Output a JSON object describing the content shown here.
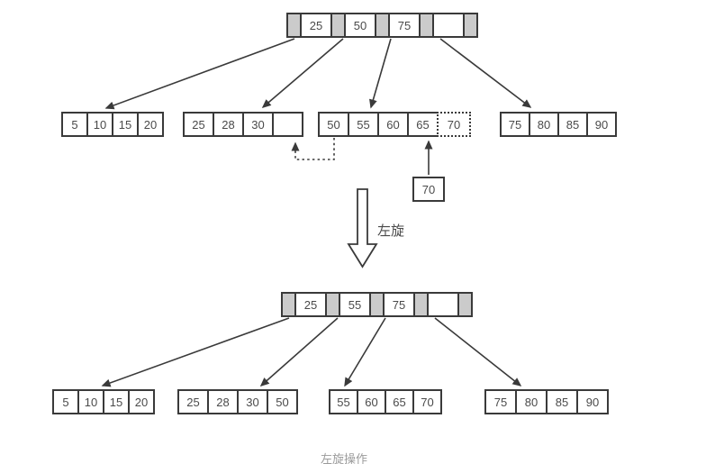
{
  "meta": {
    "diagram_type": "b-plus-tree-left-rotation",
    "transform_label": "左旋",
    "caption": "左旋操作"
  },
  "colors": {
    "background": "#ffffff",
    "border": "#3a3a3a",
    "pointer_fill": "#cbcbcb",
    "key_fill": "#ffffff",
    "key_text": "#4a4a4a",
    "caption_text": "#9b9b9b"
  },
  "before": {
    "root": {
      "keys": [
        "25",
        "50",
        "75",
        ""
      ]
    },
    "leaves": [
      {
        "cells": [
          "5",
          "10",
          "15",
          "20"
        ]
      },
      {
        "cells": [
          "25",
          "28",
          "30",
          ""
        ]
      },
      {
        "cells": [
          "50",
          "55",
          "60",
          "65"
        ],
        "pending_cell": "70"
      },
      {
        "cells": [
          "75",
          "80",
          "85",
          "90"
        ]
      }
    ],
    "insert_value": "70"
  },
  "after": {
    "root": {
      "keys": [
        "25",
        "55",
        "75",
        ""
      ]
    },
    "leaves": [
      {
        "cells": [
          "5",
          "10",
          "15",
          "20"
        ]
      },
      {
        "cells": [
          "25",
          "28",
          "30",
          "50"
        ]
      },
      {
        "cells": [
          "55",
          "60",
          "65",
          "70"
        ]
      },
      {
        "cells": [
          "75",
          "80",
          "85",
          "90"
        ]
      }
    ]
  }
}
